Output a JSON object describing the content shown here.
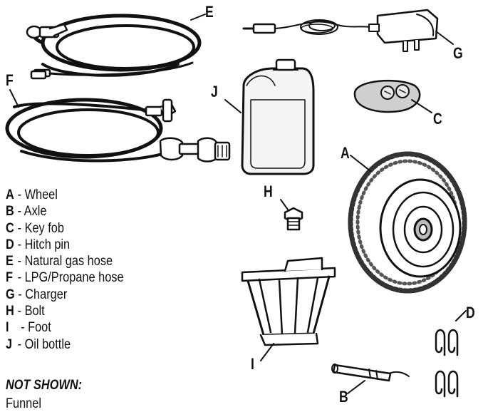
{
  "callouts": {
    "A": "A",
    "B": "B",
    "C": "C",
    "D": "D",
    "E": "E",
    "F": "F",
    "G": "G",
    "H": "H",
    "I": "I",
    "J": "J"
  },
  "legend": [
    {
      "key": "A",
      "sep": " - ",
      "label": "Wheel"
    },
    {
      "key": "B",
      "sep": " - ",
      "label": "Axle"
    },
    {
      "key": "C",
      "sep": " - ",
      "label": "Key fob"
    },
    {
      "key": "D",
      "sep": " - ",
      "label": "Hitch pin"
    },
    {
      "key": "E",
      "sep": " - ",
      "label": "Natural gas hose"
    },
    {
      "key": "F",
      "sep": " - ",
      "label": "LPG/Propane hose"
    },
    {
      "key": "G",
      "sep": " - ",
      "label": "Charger"
    },
    {
      "key": "H",
      "sep": " - ",
      "label": "Bolt"
    },
    {
      "key": "I",
      "sep": "  - ",
      "label": "Foot"
    },
    {
      "key": "J",
      "sep": " - ",
      "label": "Oil bottle"
    }
  ],
  "not_shown": {
    "heading": "NOT SHOWN:",
    "items": [
      "Funnel"
    ]
  },
  "colors": {
    "ink": "#111111",
    "fob": "#cfcfcf",
    "bottle": "#f4f4f4"
  }
}
